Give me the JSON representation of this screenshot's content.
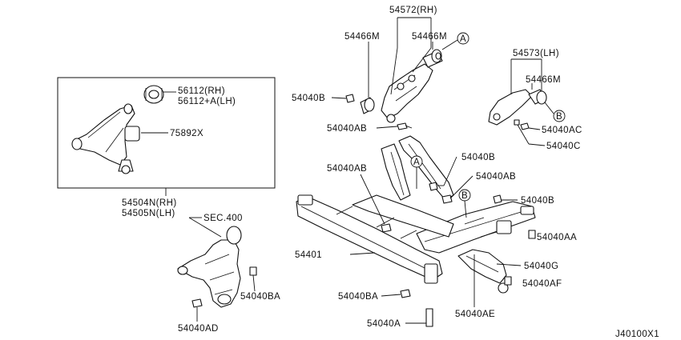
{
  "diagram_id": "J40100X1",
  "labels": {
    "p54572": "54572(RH)",
    "p54466m_a": "54466M",
    "p54466m_b": "54466M",
    "p54573": "54573(LH)",
    "p54466m_c": "54466M",
    "p54040b_1": "54040B",
    "p54040ab_1": "54040AB",
    "p54040ac": "54040AC",
    "p54040c": "54040C",
    "p56112_rh": "56112(RH)",
    "p56112_lh": "56112+A(LH)",
    "p75892x": "75892X",
    "p54504n": "54504N(RH)",
    "p54505n": "54505N(LH)",
    "p54040ab_2": "54040AB",
    "p54040b_2": "54040B",
    "p54040ab_3": "54040AB",
    "p54040b_3": "54040B",
    "p54040aa": "54040AA",
    "sec400": "SEC.400",
    "p54401": "54401",
    "p54040g": "54040G",
    "p54040af": "54040AF",
    "p54040ba_1": "54040BA",
    "p54040ba_2": "54040BA",
    "p54040ae": "54040AE",
    "p54040a": "54040A",
    "p54040ad": "54040AD",
    "callout_a": "A",
    "callout_b": "B"
  }
}
